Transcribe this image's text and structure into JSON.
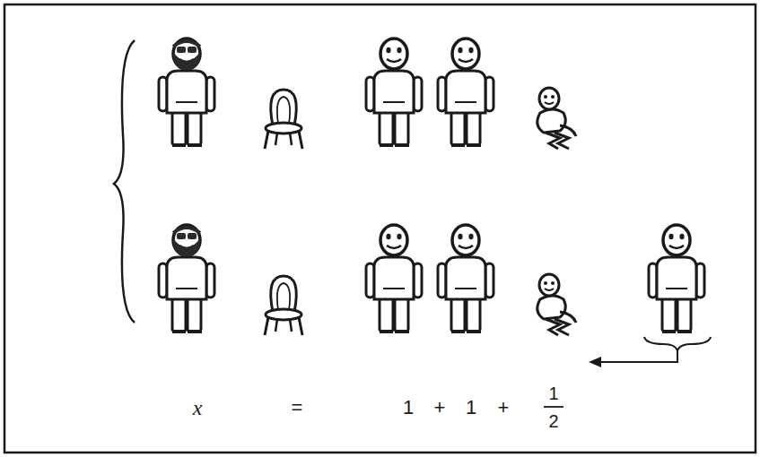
{
  "diagram": {
    "labels": [
      "x",
      "=",
      "1",
      "+",
      "1",
      "+",
      "1",
      "2"
    ]
  }
}
